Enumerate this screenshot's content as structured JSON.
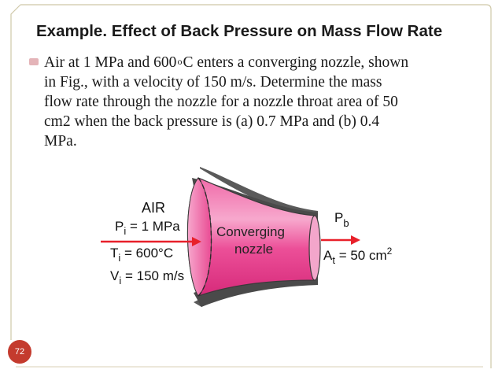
{
  "slide": {
    "title": "Example. Effect of Back Pressure on Mass Flow Rate",
    "body_lines": [
      "Air at 1 MPa and 600",
      "in Fig., with a velocity of 150 m/s. Determine the mass",
      "flow rate through the nozzle for a nozzle throat area of 50",
      "cm2 when the back pressure is (a) 0.7 MPa and (b) 0.4",
      "MPa."
    ],
    "degree_symbol": "o",
    "line1_tail": "C enters a converging nozzle, shown",
    "page_number": "72"
  },
  "figure": {
    "air_label": "AIR",
    "p_sym": "P",
    "p_sub": "i",
    "p_val": " = 1 MPa",
    "t_sym": "T",
    "t_sub": "i",
    "t_val": " = 600°C",
    "v_sym": "V",
    "v_sub": "i",
    "v_val": " = 150 m/s",
    "nozzle_line1": "Converging",
    "nozzle_line2": "nozzle",
    "pb_sym": "P",
    "pb_sub": "b",
    "at_sym": "A",
    "at_sub": "t",
    "at_val": " = 50 cm",
    "at_sup": "2",
    "colors": {
      "nozzle_fill": "#e83e8c",
      "nozzle_highlight": "#f7a8cd",
      "wall_gray": "#5a5a5a",
      "arrow_red": "#e8202a"
    }
  }
}
